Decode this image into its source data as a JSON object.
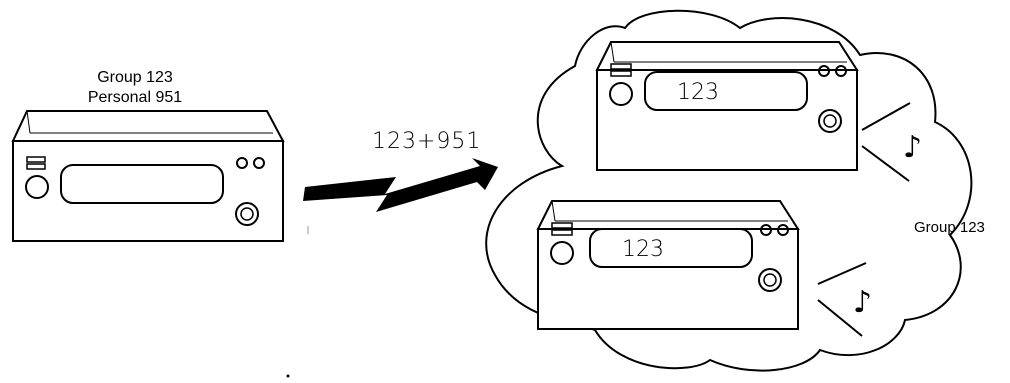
{
  "sender": {
    "group_label": "Group 123",
    "personal_label": "Personal 951"
  },
  "transmission": {
    "code": "123+951"
  },
  "receivers": [
    {
      "display": "123"
    },
    {
      "display": "123"
    }
  ],
  "cloud": {
    "group_label": "Group 123"
  },
  "sound": {
    "note_symbol": "♪"
  }
}
